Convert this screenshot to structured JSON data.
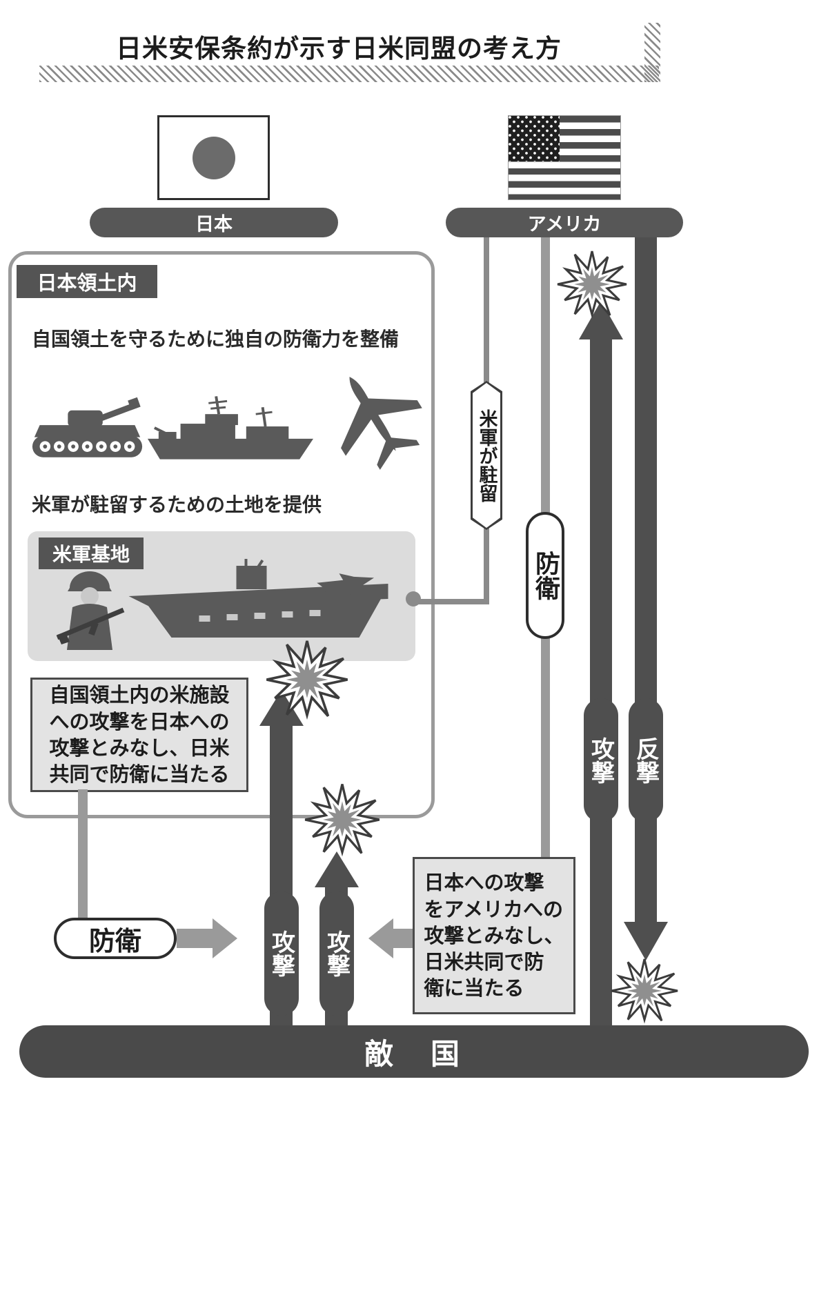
{
  "title": "日米安保条約が示す日米同盟の考え方",
  "japan": {
    "label": "日本",
    "territory_label": "日本領土内",
    "caption_self_defense": "自国領土を守るために独自の防衛力を整備",
    "caption_provide_land": "米軍が駐留するための土地を提供",
    "base_label": "米軍基地",
    "note": "自国領土内の米施設\nへの攻撃を日本への\n攻撃とみなし、日米\n共同で防衛に当たる"
  },
  "usa": {
    "label": "アメリカ",
    "note": "日本への攻撃\nをアメリカへの\n攻撃とみなし、\n日米共同で防\n衛に当たる"
  },
  "labels": {
    "stationed": "米軍が駐留",
    "defense_by_usa": "防衛",
    "defense_by_japan": "防衛",
    "attack_on_base": "攻撃",
    "attack_on_japan": "攻撃",
    "attack_on_usa": "攻撃",
    "counterattack": "反撃",
    "enemy": "敵　国"
  },
  "icons": {
    "japan_flag": "japan-flag-icon",
    "usa_flag": "usa-flag-icon",
    "tank": "tank-icon",
    "destroyer": "destroyer-icon",
    "airplane": "airplane-icon",
    "soldier": "soldier-icon",
    "aircraft_carrier": "aircraft-carrier-icon",
    "fighter_jet": "fighter-jet-icon",
    "explosion": "explosion-icon"
  },
  "colors": {
    "dark": "#4f4f4f",
    "mid_gray": "#9a9a9a",
    "light_gray": "#e3e3e3",
    "base_box": "#dcdcdc",
    "text": "#1c1c1c"
  }
}
